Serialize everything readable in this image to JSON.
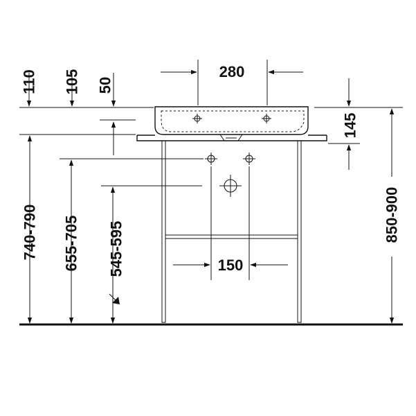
{
  "dimensions": {
    "d110": "110",
    "d105": "105",
    "d50": "50",
    "d280": "280",
    "d145": "145",
    "d740_790": "740-790",
    "d655_705": "655-705",
    "d545_595": "545-595",
    "d150": "150",
    "d850_900": "850-900"
  },
  "colors": {
    "ink": "#111111",
    "background": "#ffffff"
  }
}
